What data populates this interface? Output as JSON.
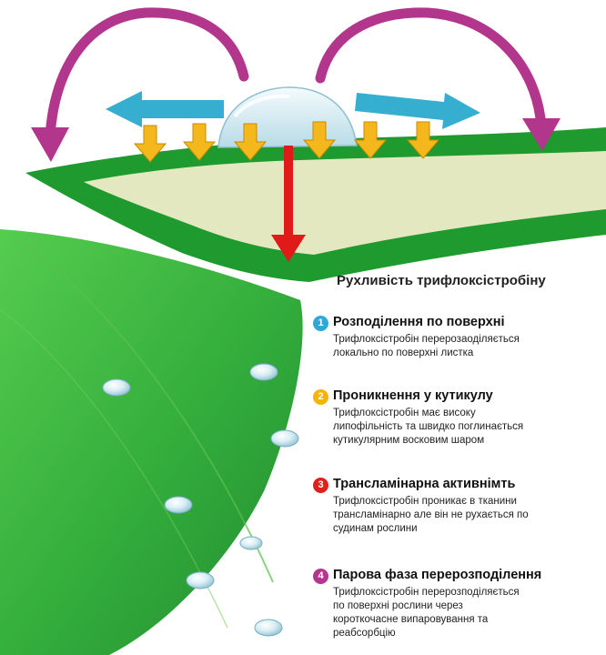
{
  "legend": {
    "title": "Рухливість трифлоксістробіну",
    "items": [
      {
        "number": "1",
        "color": "#2fa8d8",
        "title": "Розподілення по поверхні",
        "description": "Трифлоксістробін перерозаоділяється\nлокально по поверхні листка"
      },
      {
        "number": "2",
        "color": "#f4b400",
        "title": "Проникнення у кутикулу",
        "description": "Трифлоксістробін має високу\nлипофільність та швидко поглинається\nкутикулярним восковим шаром"
      },
      {
        "number": "3",
        "color": "#e0201b",
        "title": "Трансламінарна активнімть",
        "description": "Трифлоксістробін проникає в тканини\nтрансламінарно але він не рухається по\nсудинам рослини"
      },
      {
        "number": "4",
        "color": "#b6358f",
        "title": "Парова фаза перерозподілення",
        "description": "Трифлоксістробін перерозподіляється\nпо поверхні рослини через\nкороткочасне випаровування та\nреабсорбцію"
      }
    ]
  },
  "colors": {
    "leaf_green": "#1e9a2e",
    "leaf_light": "#e3e8c0",
    "magenta_arrow": "#b3368d",
    "cyan_arrow": "#36aed0",
    "yellow_arrow": "#f5b81c",
    "red_arrow": "#e01919",
    "droplet": "#cfe7ef"
  }
}
